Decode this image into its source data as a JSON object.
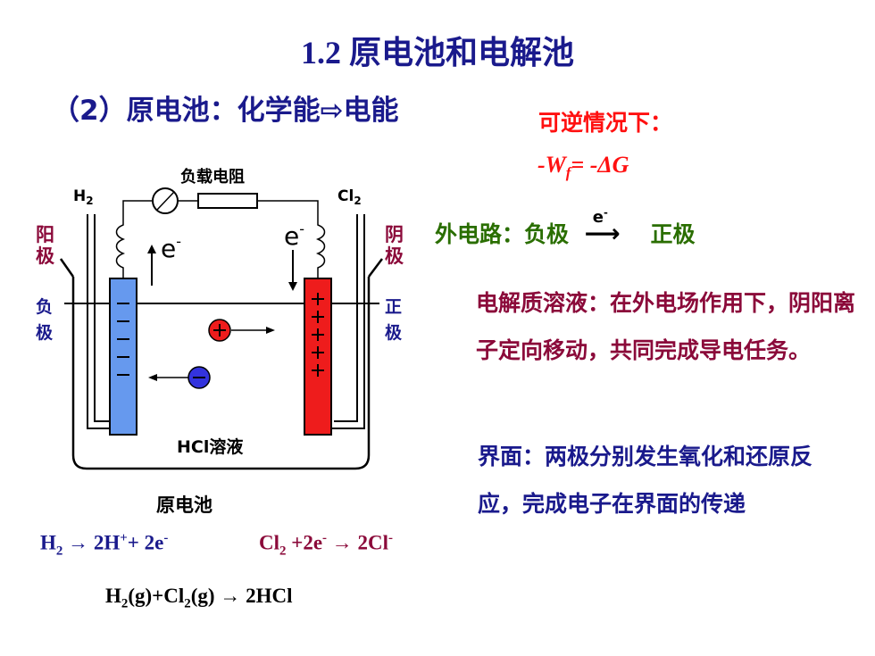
{
  "title": "1.2 原电池和电解池",
  "subtitle": "（2）原电池：化学能⇨电能",
  "reversible_label": "可逆情况下：",
  "equation_wf": "-Wf= -ΔG",
  "diagram": {
    "load_resistor": "负载电阻",
    "h2_label": "H2",
    "cl2_label": "Cl2",
    "anode_left": "阳极",
    "negative_left": "负极",
    "cathode_right": "阴极",
    "positive_right": "正极",
    "electron_left": "e-",
    "electron_right": "e-",
    "solution_label": "HCl溶液",
    "caption": "原电池"
  },
  "external_circuit": {
    "label": "外电路：负极",
    "electron": "e-",
    "arrow": "⟶",
    "target": "正极"
  },
  "electrolyte_text": "电解质溶液：在外电场作用下，阴阳离子定向移动，共同完成导电任务。",
  "interface_text": "界面：两极分别发生氧化和还原反应，完成电子在界面的传递",
  "reactions": {
    "anode": "H2 → 2H++ 2e-",
    "cathode": "Cl2 +2e- → 2Cl-",
    "overall": "H2(g)+Cl2(g) → 2HCl"
  },
  "colors": {
    "title": "#1a1a8c",
    "red": "#ff1010",
    "green": "#2a6e00",
    "maroon": "#8b0a3a",
    "negative_electrode": "#6699ee",
    "positive_electrode": "#ee1c1c"
  }
}
